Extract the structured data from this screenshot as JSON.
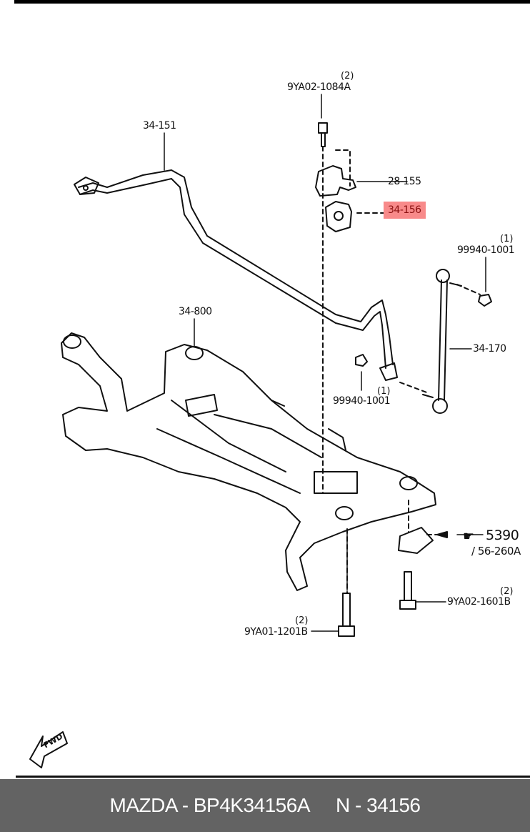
{
  "diagram": {
    "title": "Front Crossmember & Stabilizer Assembly",
    "parts": [
      {
        "id": "p1",
        "number": "9YA02-1084A",
        "qty": "(2)"
      },
      {
        "id": "p2",
        "number": "34-151",
        "qty": ""
      },
      {
        "id": "p3",
        "number": "28-155",
        "qty": ""
      },
      {
        "id": "p4",
        "number": "34-156",
        "qty": "",
        "highlighted": true,
        "highlight_color": "#f88a8a"
      },
      {
        "id": "p5",
        "number": "99940-1001",
        "qty": "(1)"
      },
      {
        "id": "p6",
        "number": "34-800",
        "qty": ""
      },
      {
        "id": "p7",
        "number": "34-170",
        "qty": ""
      },
      {
        "id": "p8",
        "number": "99940-1001",
        "qty": "(1)"
      },
      {
        "id": "p9",
        "number": "9YA02-1601B",
        "qty": "(2)"
      },
      {
        "id": "p10",
        "number": "9YA01-1201B",
        "qty": "(2)"
      }
    ],
    "reference": {
      "main": "5390",
      "sub": "/ 56-260A",
      "icon": "pointing-hand-icon"
    },
    "direction_badge": "FWD"
  },
  "footer": {
    "brand_part": "MAZDA - BP4K34156A",
    "catalog_ref": "N - 34156"
  }
}
